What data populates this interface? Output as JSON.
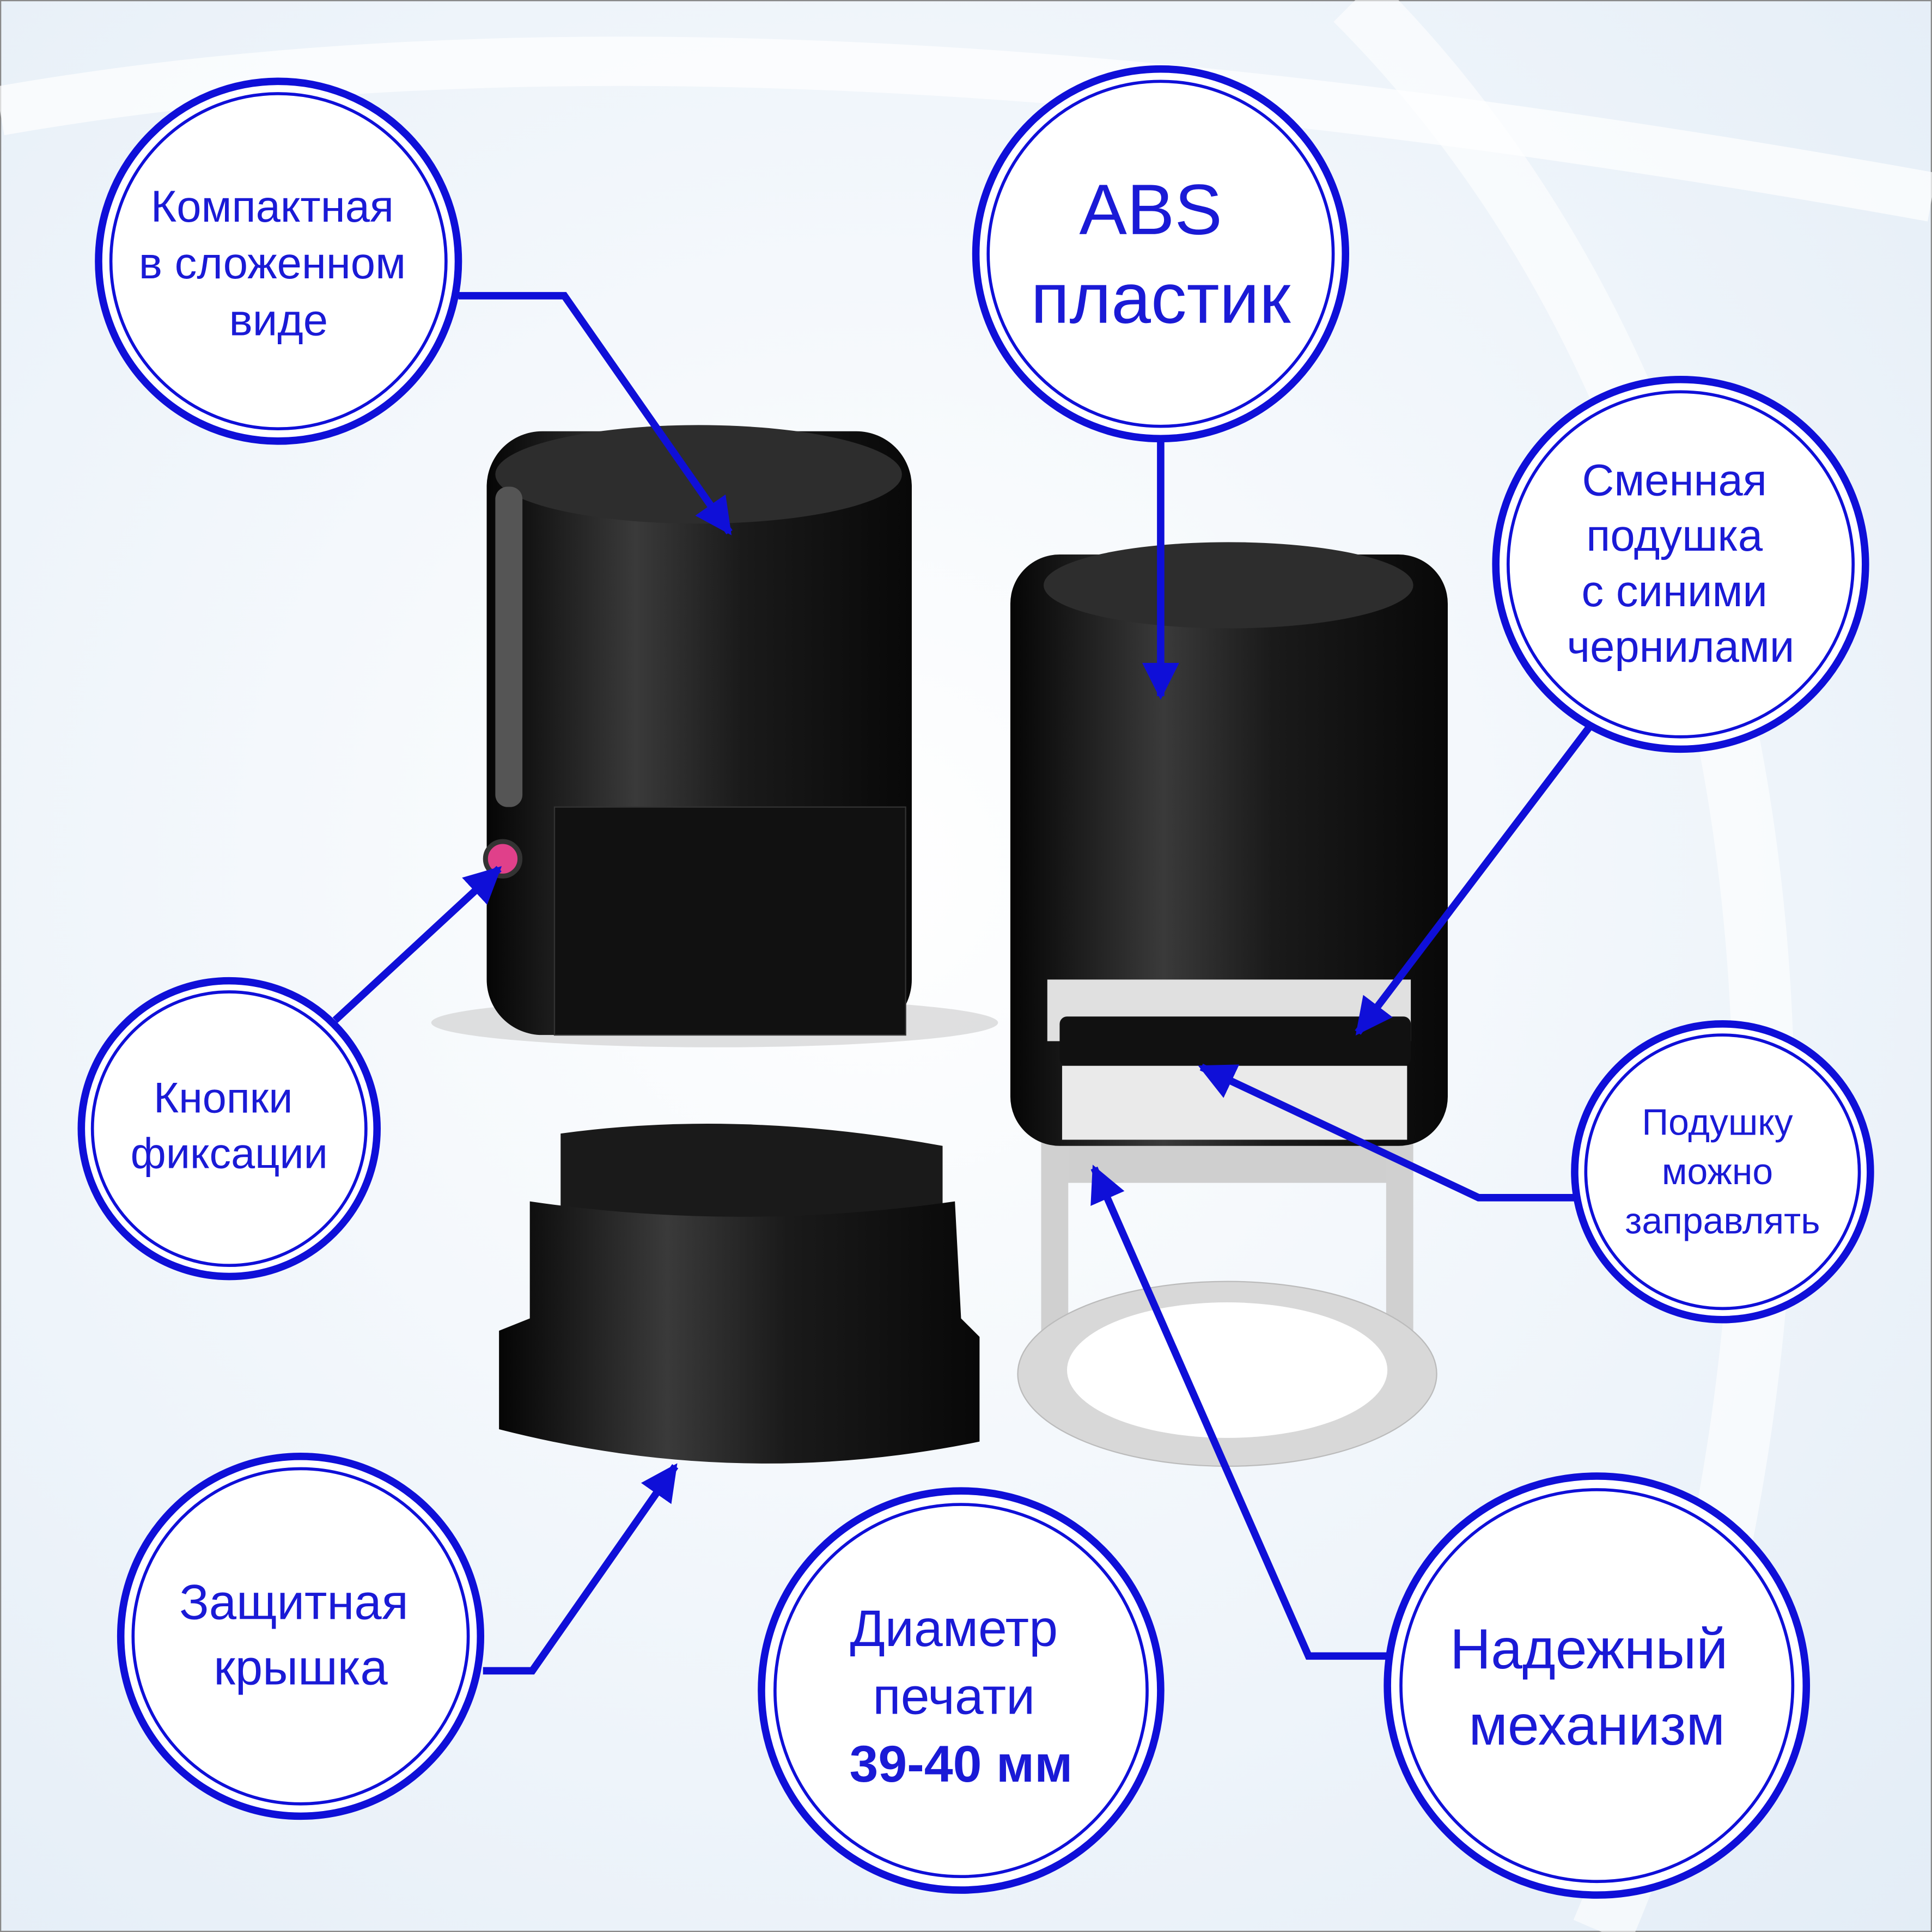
{
  "colors": {
    "accent": "#0f0fd8",
    "background": "#eef4fa",
    "product": "#141414",
    "mechanism": "#d9d9d9",
    "button": "#e0408a"
  },
  "callouts": {
    "compact": {
      "lines": [
        "Компактная",
        "в сложенном",
        "виде"
      ]
    },
    "material": {
      "lines": [
        "ABS",
        "пластик"
      ]
    },
    "pad": {
      "lines": [
        "Сменная",
        "подушка",
        "с синими",
        "чернилами"
      ]
    },
    "buttons": {
      "lines": [
        "Кнопки",
        "фиксации"
      ]
    },
    "refill": {
      "lines": [
        "Подушку",
        "можно",
        "заправлять"
      ]
    },
    "cover": {
      "lines": [
        "Защитная",
        "крышка"
      ]
    },
    "diameter": {
      "lines": [
        "Диаметр",
        "печати",
        "39-40 мм"
      ]
    },
    "mechanism": {
      "lines": [
        "Надежный",
        "механизм"
      ]
    }
  }
}
